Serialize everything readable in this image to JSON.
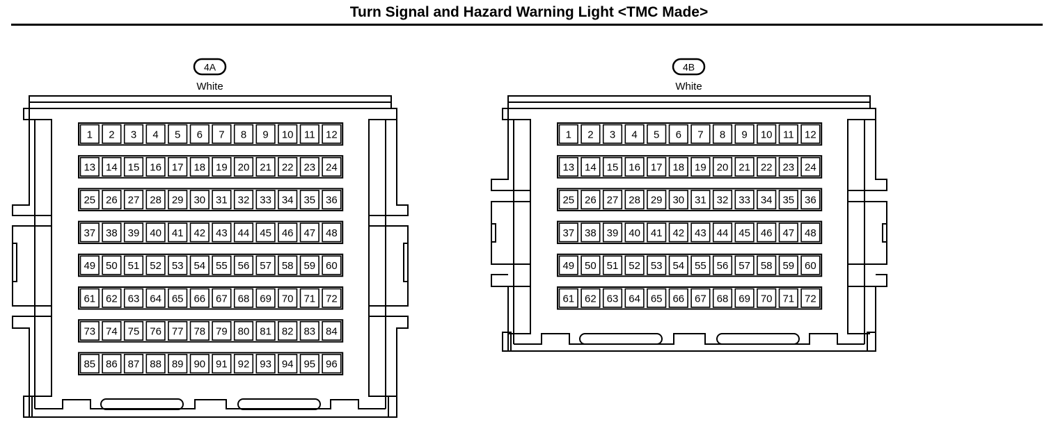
{
  "header": {
    "title": "Turn Signal and Hazard Warning Light <TMC Made>"
  },
  "connectors": [
    {
      "id": "4A",
      "color": "White",
      "pin_count": 96,
      "pins_per_row": 12
    },
    {
      "id": "4B",
      "color": "White",
      "pin_count": 72,
      "pins_per_row": 12
    }
  ]
}
